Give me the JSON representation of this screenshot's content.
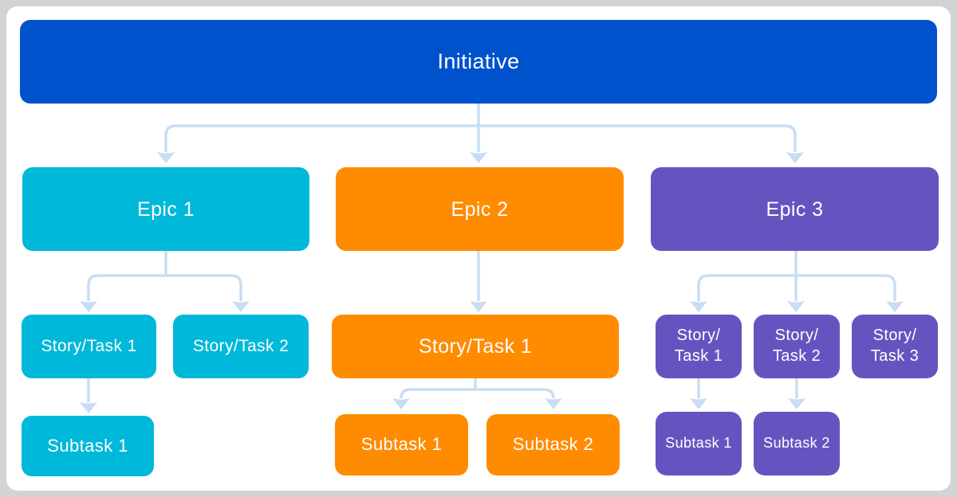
{
  "palette": {
    "initiative_blue": "#0052CC",
    "epic1_cyan": "#00B8D9",
    "epic2_orange": "#FF8B00",
    "epic3_purple": "#6554C0",
    "connector_light_blue": "#C7DDF5",
    "panel_background": "#FFFFFF",
    "frame_background": "#D3D3D3",
    "node_text": "#FFFFFF"
  },
  "hierarchy": {
    "initiative": {
      "label": "Initiative"
    },
    "epic1": {
      "label": "Epic 1",
      "story1": {
        "label": "Story/Task 1"
      },
      "story2": {
        "label": "Story/Task 2"
      },
      "subtask1": {
        "label": "Subtask 1"
      }
    },
    "epic2": {
      "label": "Epic 2",
      "story1": {
        "label": "Story/Task 1"
      },
      "subtask1": {
        "label": "Subtask 1"
      },
      "subtask2": {
        "label": "Subtask 2"
      }
    },
    "epic3": {
      "label": "Epic 3",
      "story1": {
        "line1": "Story/",
        "line2": "Task 1"
      },
      "story2": {
        "line1": "Story/",
        "line2": "Task 2"
      },
      "story3": {
        "line1": "Story/",
        "line2": "Task 3"
      },
      "subtask1": {
        "label": "Subtask 1"
      },
      "subtask2": {
        "label": "Subtask 2"
      }
    }
  }
}
